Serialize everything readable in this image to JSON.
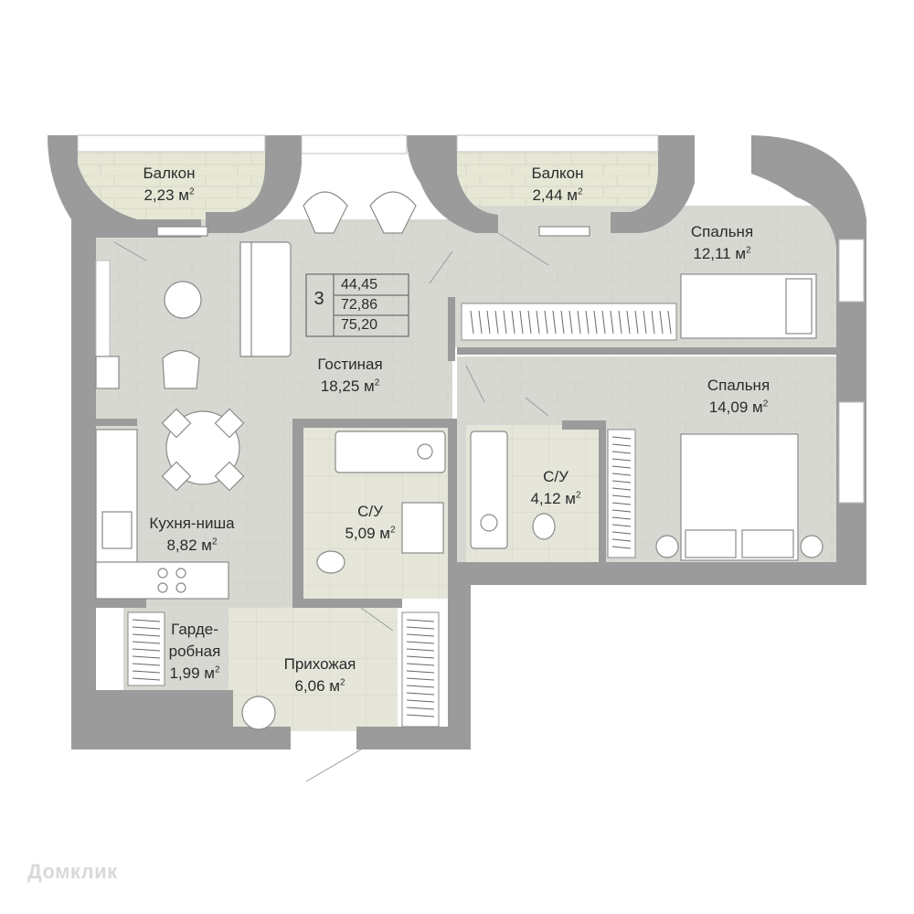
{
  "summary": {
    "rooms": "3",
    "living_area": "44,45",
    "total_area": "72,86",
    "total_area_with_balconies": "75,20"
  },
  "rooms": {
    "balcony_left": {
      "name": "Балкон",
      "area": "2,23 м",
      "unit_exp": "2"
    },
    "balcony_right": {
      "name": "Балкон",
      "area": "2,44 м",
      "unit_exp": "2"
    },
    "bedroom_top": {
      "name": "Спальня",
      "area": "12,11 м",
      "unit_exp": "2"
    },
    "living_room": {
      "name": "Гостиная",
      "area": "18,25 м",
      "unit_exp": "2"
    },
    "bedroom_right": {
      "name": "Спальня",
      "area": "14,09 м",
      "unit_exp": "2"
    },
    "bathroom_small": {
      "name": "С/У",
      "area": "4,12 м",
      "unit_exp": "2"
    },
    "bathroom_main": {
      "name": "С/У",
      "area": "5,09 м",
      "unit_exp": "2"
    },
    "kitchen": {
      "name": "Кухня-ниша",
      "area": "8,82 м",
      "unit_exp": "2"
    },
    "wardrobe": {
      "name_line1": "Гарде-",
      "name_line2": "робная",
      "area": "1,99 м",
      "unit_exp": "2"
    },
    "hallway": {
      "name": "Прихожая",
      "area": "6,06 м",
      "unit_exp": "2"
    }
  },
  "watermark": "Домклик",
  "colors": {
    "wall": "#9b9b9b",
    "floor_wood": "#d9d9d4",
    "floor_tile": "#e6e6dc",
    "balcony_floor": "#e8e8d8",
    "line": "#7d7d7d",
    "text": "#2b2b2b"
  }
}
